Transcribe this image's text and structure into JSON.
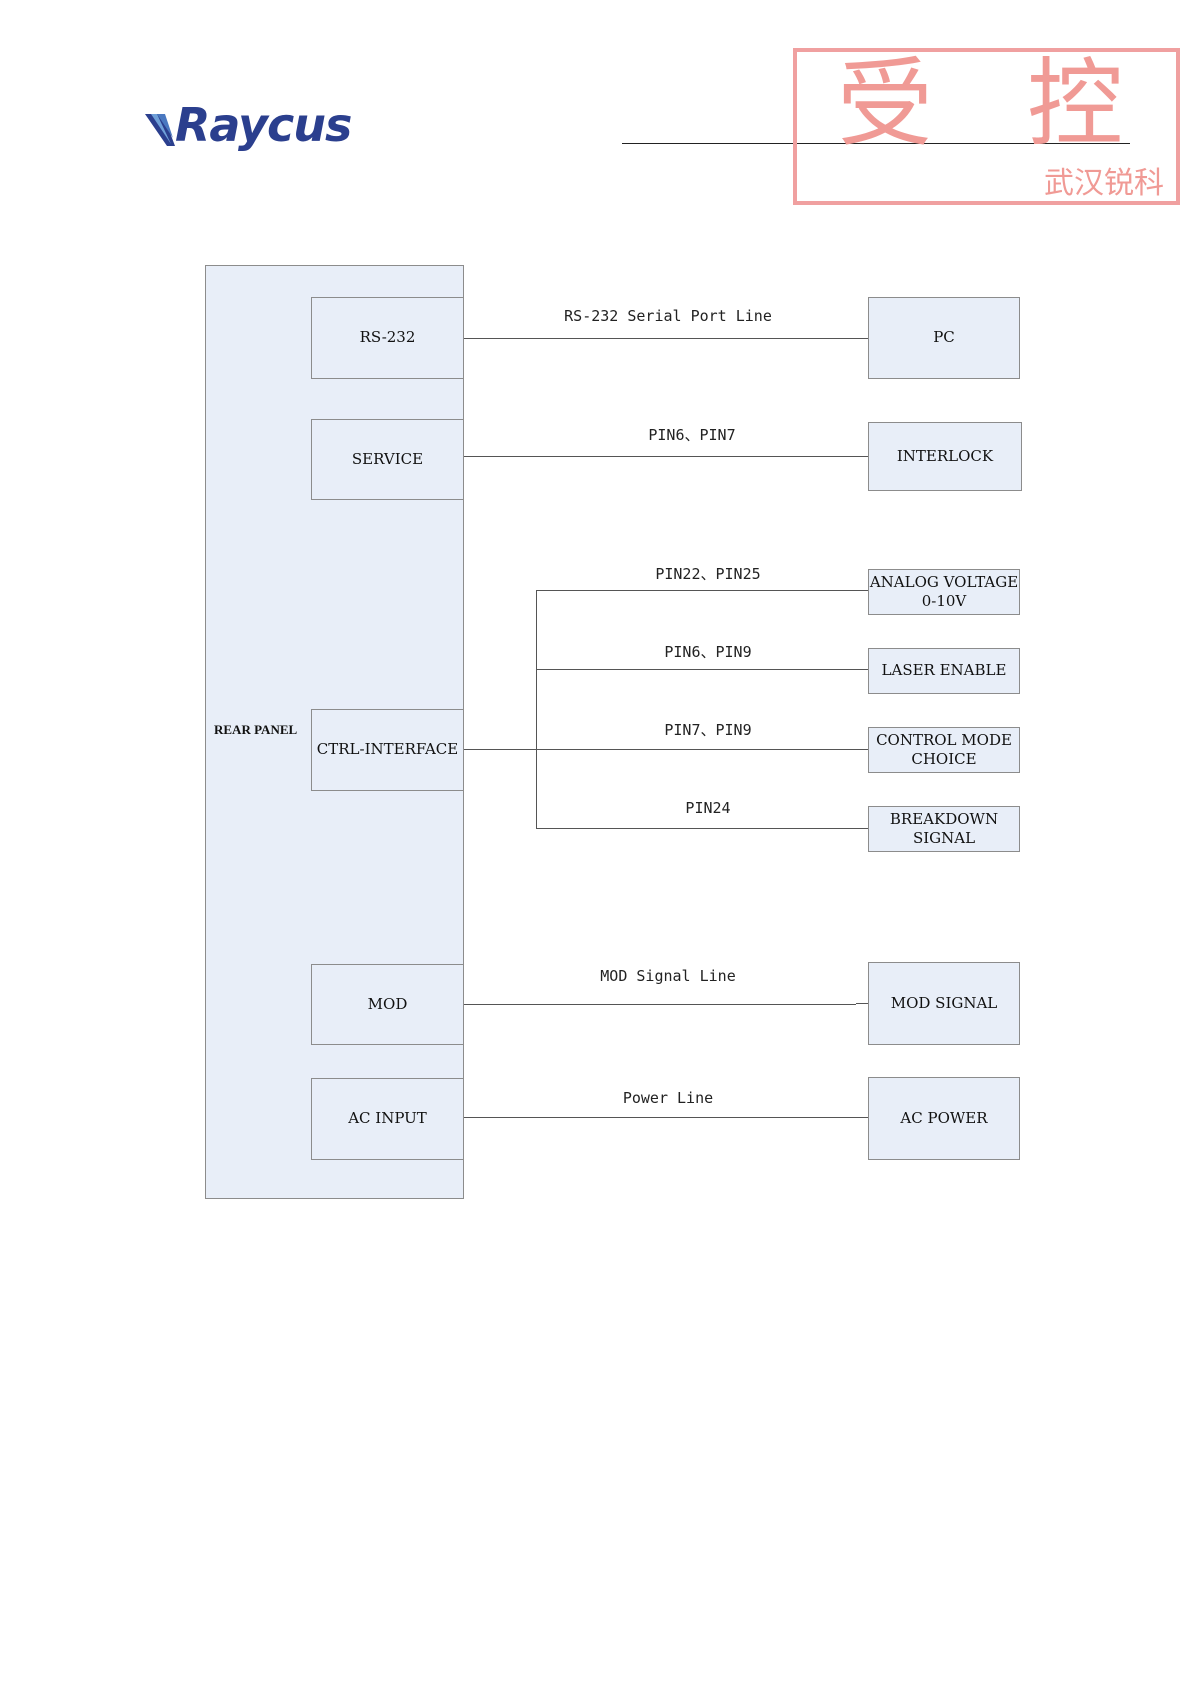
{
  "header": {
    "logo_text": "Raycus",
    "brand_color": "#2b3f8e"
  },
  "stamp": {
    "char_left": "受",
    "char_right": "控",
    "subtitle": "武汉锐科",
    "color": "#f09a95"
  },
  "diagram": {
    "panel_label": "REAR PANEL",
    "ports": {
      "rs232": "RS-232",
      "service": "SERVICE",
      "ctrl": "CTRL-INTERFACE",
      "mod": "MOD",
      "ac_input": "AC INPUT"
    },
    "devices": {
      "pc": "PC",
      "interlock": "INTERLOCK",
      "analog": "ANALOG VOLTAGE\n0-10V",
      "laser_enable": "LASER ENABLE",
      "control_mode": "CONTROL MODE\nCHOICE",
      "breakdown": "BREAKDOWN\nSIGNAL",
      "mod_signal": "MOD SIGNAL",
      "ac_power": "AC POWER"
    },
    "lines": {
      "rs232": "RS-232 Serial Port Line",
      "service": "PIN6、PIN7",
      "analog": "PIN22、PIN25",
      "laser_enable": "PIN6、PIN9",
      "control_mode": "PIN7、PIN9",
      "breakdown": "PIN24",
      "mod": "MOD Signal Line",
      "power": "Power Line"
    },
    "fill_color": "#e8eef8",
    "border_color": "#8c8c8c"
  }
}
